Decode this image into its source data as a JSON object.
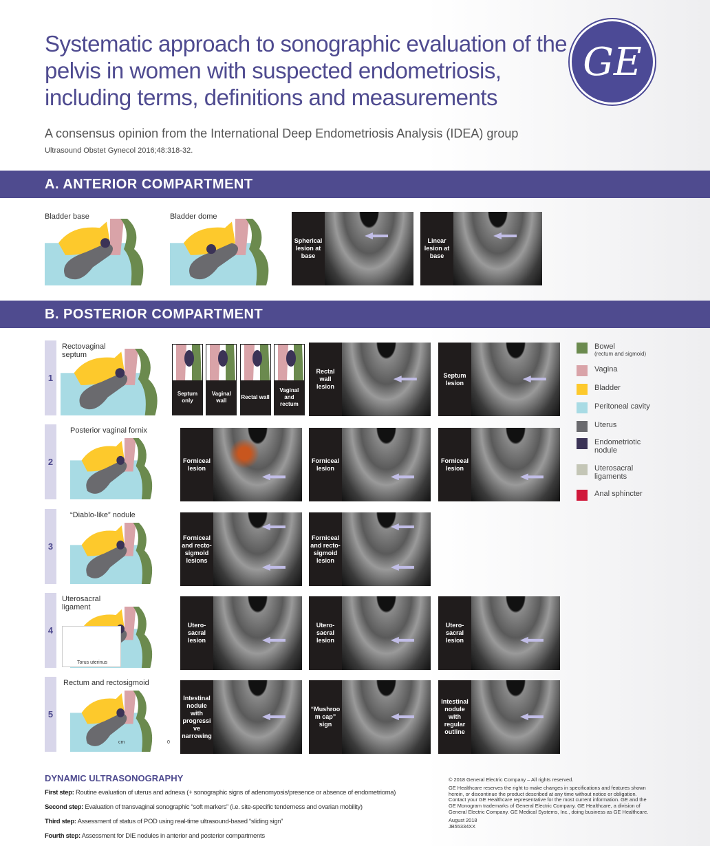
{
  "header": {
    "title": "Systematic approach to sonographic evaluation of the pelvis in women with suspected endometriosis, including terms, definitions and measurements",
    "subtitle": "A consensus opinion from the International Deep Endometriosis Analysis (IDEA) group",
    "citation": "Ultrasound Obstet Gynecol 2016;48:318-32.",
    "logo": "GE",
    "brand_color": "#4f4b8f"
  },
  "anterior": {
    "heading": "A. ANTERIOR COMPARTMENT",
    "illustrations": [
      "Bladder base",
      "Bladder dome"
    ],
    "images": [
      "Spherical lesion at base",
      "Linear lesion at base"
    ]
  },
  "posterior": {
    "heading": "B. POSTERIOR COMPARTMENT",
    "rows": [
      {
        "number": "1",
        "label": "Rectovaginal septum",
        "subpanels": [
          "Septum only",
          "Vaginal wall",
          "Rectal wall",
          "Vaginal and rectum"
        ],
        "images": [
          "Rectal wall lesion",
          "Septum lesion"
        ]
      },
      {
        "number": "2",
        "label": "Posterior vaginal fornix",
        "images": [
          "Forniceal lesion",
          "Forniceal lesion",
          "Forniceal lesion"
        ]
      },
      {
        "number": "3",
        "label": "“Diablo-like” nodule",
        "images": [
          "Forniceal and recto-sigmoid lesions",
          "Forniceal and recto-sigmoid lesion"
        ]
      },
      {
        "number": "4",
        "label": "Uterosacral ligament",
        "inset": "Torus uterinus",
        "images": [
          "Utero-sacral lesion",
          "Utero-sacral lesion",
          "Utero-sacral lesion"
        ]
      },
      {
        "number": "5",
        "label": "Rectum and rectosigmoid",
        "axis": [
          "cm",
          "0"
        ],
        "images": [
          "Intestinal nodule with progressive narrowing",
          "“Mushroom cap” sign",
          "Intestinal nodule with regular outline"
        ]
      }
    ]
  },
  "legend": [
    {
      "label": "Bowel",
      "sub": "(rectum and sigmoid)",
      "color": "#6b8a4e"
    },
    {
      "label": "Vagina",
      "color": "#d9a3a8"
    },
    {
      "label": "Bladder",
      "color": "#fdc92c"
    },
    {
      "label": "Peritoneal cavity",
      "color": "#a8dbe4"
    },
    {
      "label": "Uterus",
      "color": "#6a6a6e"
    },
    {
      "label": "Endometriotic nodule",
      "color": "#3b3356"
    },
    {
      "label": "Uterosacral ligaments",
      "color": "#c4c6b6"
    },
    {
      "label": "Anal sphincter",
      "color": "#d0183a"
    }
  ],
  "dynamic": {
    "title": "DYNAMIC ULTRASONOGRAPHY",
    "steps": [
      {
        "label": "First step:",
        "text": " Routine evaluation of uterus and adnexa (+ sonographic signs of adenomyosis/presence or absence of endometrioma)"
      },
      {
        "label": "Second step:",
        "text": " Evaluation of transvaginal sonographic “soft markers” (i.e. site-specific tenderness and ovarian mobility)"
      },
      {
        "label": "Third step:",
        "text": " Assessment of status of POD using real-time ultrasound-based “sliding sign”"
      },
      {
        "label": "Fourth step:",
        "text": " Assessment for DIE nodules in anterior and posterior compartments"
      }
    ]
  },
  "legal": {
    "copyright": "© 2018 General Electric Company – All rights reserved.",
    "disclaimer": "GE Healthcare reserves the right to make changes in specifications and features shown herein, or discontinue the product described at any time without notice or obligation. Contact your GE Healthcare representative for the most current information. GE and the GE Monogram trademarks of General Electric Company. GE Healthcare, a division of General Electric Company. GE Medical Systems, Inc., doing business as GE Healthcare.",
    "date": "August 2018",
    "code": "JB55334XX"
  }
}
